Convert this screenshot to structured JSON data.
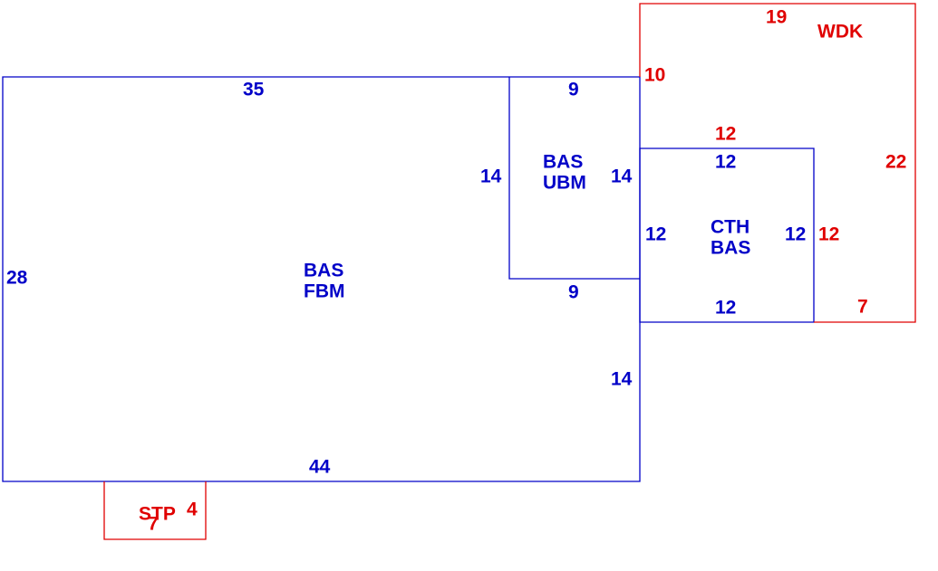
{
  "colors": {
    "main": "#0000c8",
    "addon": "#e00000"
  },
  "areas": {
    "fbm": {
      "line1": "BAS",
      "line2": "FBM"
    },
    "ubm": {
      "line1": "BAS",
      "line2": "UBM"
    },
    "cth": {
      "line1": "CTH",
      "line2": "BAS"
    },
    "wdk": {
      "name": "WDK"
    },
    "stp": {
      "name": "STP"
    }
  },
  "dimensions": {
    "fbm_top": "35",
    "fbm_left": "28",
    "fbm_bottom": "44",
    "fbm_right_lower": "14",
    "ubm_top": "9",
    "ubm_bottom": "9",
    "ubm_left": "14",
    "ubm_right": "14",
    "cth_top": "12",
    "cth_bottom": "12",
    "cth_left": "12",
    "cth_right": "12",
    "wdk_top": "19",
    "wdk_right": "22",
    "wdk_left_upper": "10",
    "wdk_inner_top": "12",
    "wdk_inner_right": "12",
    "wdk_bottom": "7",
    "stp_width": "7",
    "stp_height": "4"
  }
}
